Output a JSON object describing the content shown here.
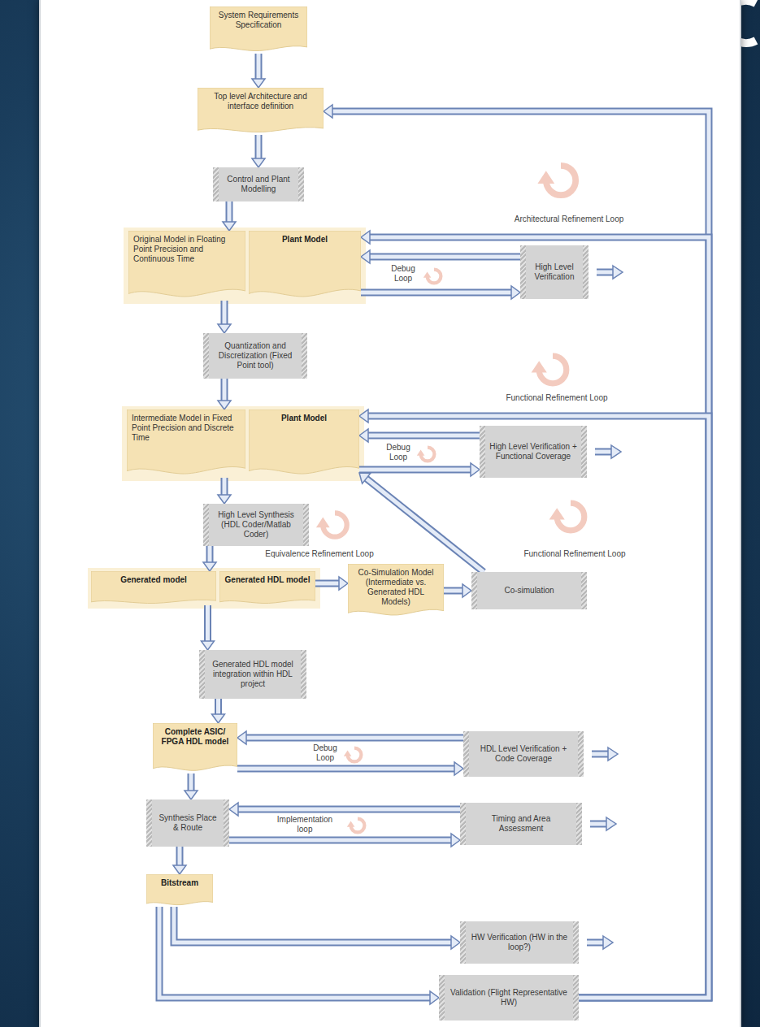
{
  "diagram": {
    "nodes": [
      {
        "text": [
          "System Requirements Specification"
        ]
      },
      {
        "text": [
          "Top level Architecture and interface definition"
        ]
      },
      {
        "text": [
          "Control and Plant Modelling"
        ]
      },
      {
        "text": [
          "Original Model in Floating Point Precision and Continuous Time"
        ]
      },
      {
        "text": [
          "Plant Model"
        ]
      },
      {
        "text": [
          "High Level Verification"
        ]
      },
      {
        "text": [
          "Quantization and Discretization (Fixed Point tool)"
        ]
      },
      {
        "text": [
          "Intermediate Model in Fixed Point Precision and Discrete Time"
        ]
      },
      {
        "text": [
          "Plant Model"
        ]
      },
      {
        "text": [
          "High Level Verification + Functional Coverage"
        ]
      },
      {
        "text": [
          "High Level Synthesis (HDL Coder/Matlab Coder)"
        ]
      },
      {
        "text": [
          "Generated model"
        ]
      },
      {
        "text": [
          "Generated HDL model"
        ]
      },
      {
        "text": [
          "Co-Simulation Model (Intermediate vs. Generated HDL Models)"
        ]
      },
      {
        "text": [
          "Co-simulation"
        ]
      },
      {
        "text": [
          "Generated HDL model integration within HDL project"
        ]
      },
      {
        "text": [
          "Complete ASIC/ FPGA HDL model"
        ]
      },
      {
        "text": [
          "HDL Level Verification + Code Coverage"
        ]
      },
      {
        "text": [
          "Synthesis Place & Route"
        ]
      },
      {
        "text": [
          "Timing and Area Assessment"
        ]
      },
      {
        "text": [
          "Bitstream"
        ]
      },
      {
        "text": [
          "HW Verification (HW in the loop?)"
        ]
      },
      {
        "text": [
          "Validation (Flight Representative HW)"
        ]
      }
    ],
    "edges": [
      {
        "from": 0,
        "to": 1,
        "arrow": "to"
      },
      {
        "from": 1,
        "to": 2,
        "arrow": "to"
      },
      {
        "from": 2,
        "to": 3,
        "arrow": "to"
      },
      {
        "from": 4,
        "to": 5,
        "arrow": "to"
      },
      {
        "from": 5,
        "to": 4,
        "arrow": "to"
      },
      {
        "from": 3,
        "to": 6,
        "arrow": "to"
      },
      {
        "from": 6,
        "to": 7,
        "arrow": "to"
      },
      {
        "from": 8,
        "to": 9,
        "arrow": "to"
      },
      {
        "from": 9,
        "to": 8,
        "arrow": "to"
      },
      {
        "from": 7,
        "to": 10,
        "arrow": "to"
      },
      {
        "from": 10,
        "to": 11,
        "arrow": "to"
      },
      {
        "from": 12,
        "to": 13,
        "arrow": "to"
      },
      {
        "from": 13,
        "to": 14,
        "arrow": "to"
      },
      {
        "from": 14,
        "to": 8,
        "arrow": "to"
      },
      {
        "from": 11,
        "to": 15,
        "arrow": "to"
      },
      {
        "from": 15,
        "to": 16,
        "arrow": "to"
      },
      {
        "from": 16,
        "to": 17,
        "arrow": "to"
      },
      {
        "from": 17,
        "to": 16,
        "arrow": "to"
      },
      {
        "from": 16,
        "to": 18,
        "arrow": "to"
      },
      {
        "from": 18,
        "to": 19,
        "arrow": "to"
      },
      {
        "from": 19,
        "to": 18,
        "arrow": "to"
      },
      {
        "from": 18,
        "to": 20,
        "arrow": "to"
      },
      {
        "from": 20,
        "to": 21,
        "arrow": "to"
      },
      {
        "from": 20,
        "to": 22,
        "arrow": "to"
      },
      {
        "from": 22,
        "to": 1,
        "arrow": "to"
      },
      {
        "from": 22,
        "to": 4,
        "arrow": "to"
      },
      {
        "from": 22,
        "to": 8,
        "arrow": "to"
      }
    ],
    "labels": [
      "Architectural Refinement Loop",
      "Debug Loop",
      "Functional Refinement Loop",
      "Debug Loop",
      "Equivalence Refinement Loop",
      "Functional Refinement Loop",
      "Debug Loop",
      "Implementation loop"
    ]
  }
}
